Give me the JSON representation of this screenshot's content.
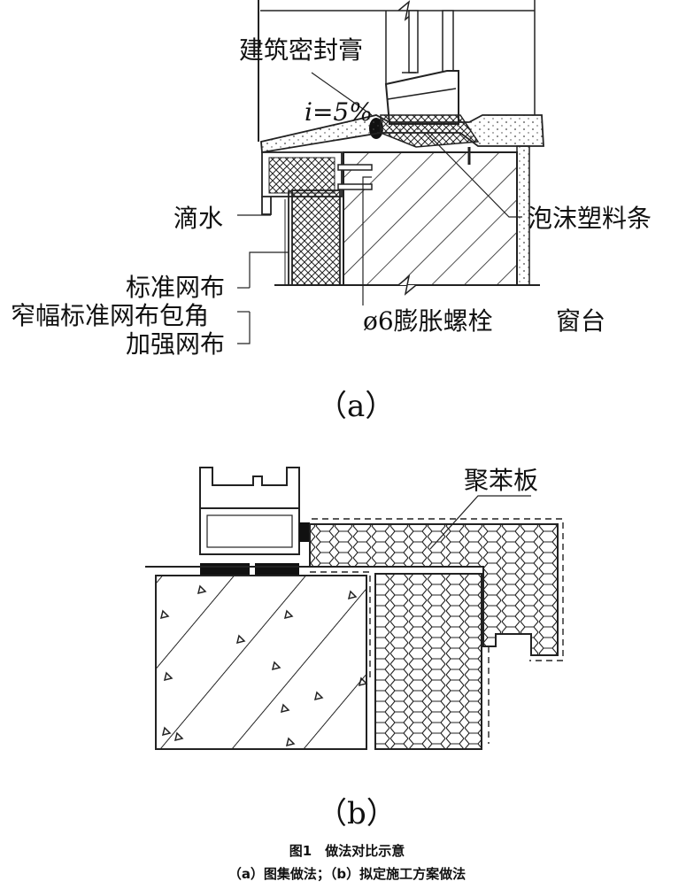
{
  "panel_a": {
    "labels": {
      "sealant": "建筑密封膏",
      "slope": "i=5%",
      "drip": "滴水",
      "foam_strip": "泡沫塑料条",
      "std_mesh": "标准网布",
      "narrow_mesh_corner": "窄幅标准网布包角",
      "reinforce_mesh": "加强网布",
      "bolt": "ø6膨胀螺栓",
      "sill": "窗台"
    },
    "sublabel": "（a）"
  },
  "panel_b": {
    "labels": {
      "eps_board": "聚苯板"
    },
    "sublabel": "（b）"
  },
  "caption": {
    "title": "图1　做法对比示意",
    "subtitle": "（a）图集做法；（b）拟定施工方案做法"
  }
}
